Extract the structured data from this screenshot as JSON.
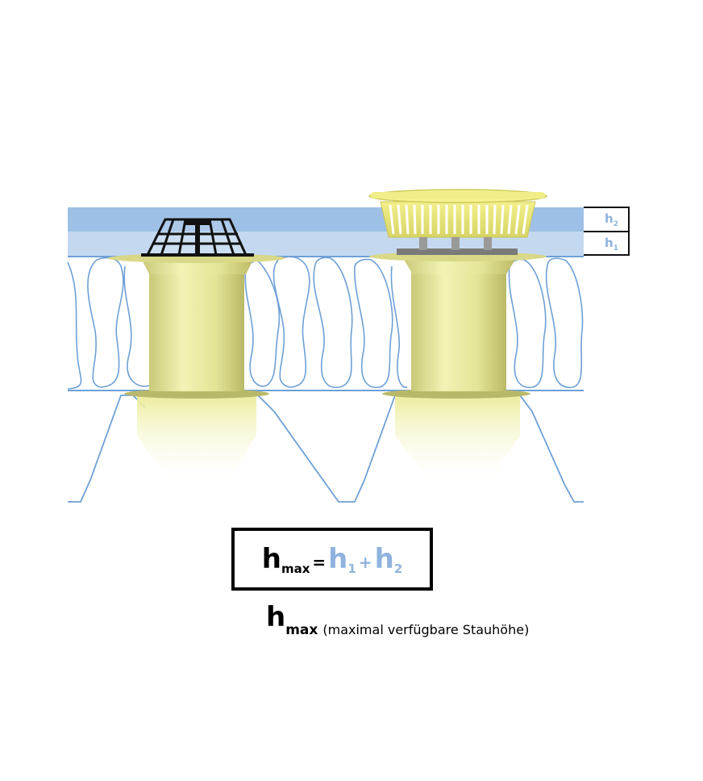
{
  "diagram": {
    "labels": {
      "h2": "h",
      "h2_sub": "2",
      "h1": "h",
      "h1_sub": "1"
    },
    "colors": {
      "upper_layer": "#9ec0e6",
      "lower_layer": "#c4d9f0",
      "insulation_line": "#6ea0d6",
      "drain_yellow": "#ecec9a",
      "label_blue": "#8fb3de"
    },
    "icons": [
      "grid-drain-guard-icon",
      "yellow-gravel-guard-icon"
    ]
  },
  "formula": {
    "lhs": "h",
    "lhs_sub": "max",
    "equals": "=",
    "term1": "h",
    "term1_sub": "1",
    "plus": "+",
    "term2": "h",
    "term2_sub": "2"
  },
  "legend": {
    "symbol": "h",
    "symbol_sub": "max",
    "description": "(maximal verfügbare Stauhöhe)"
  }
}
